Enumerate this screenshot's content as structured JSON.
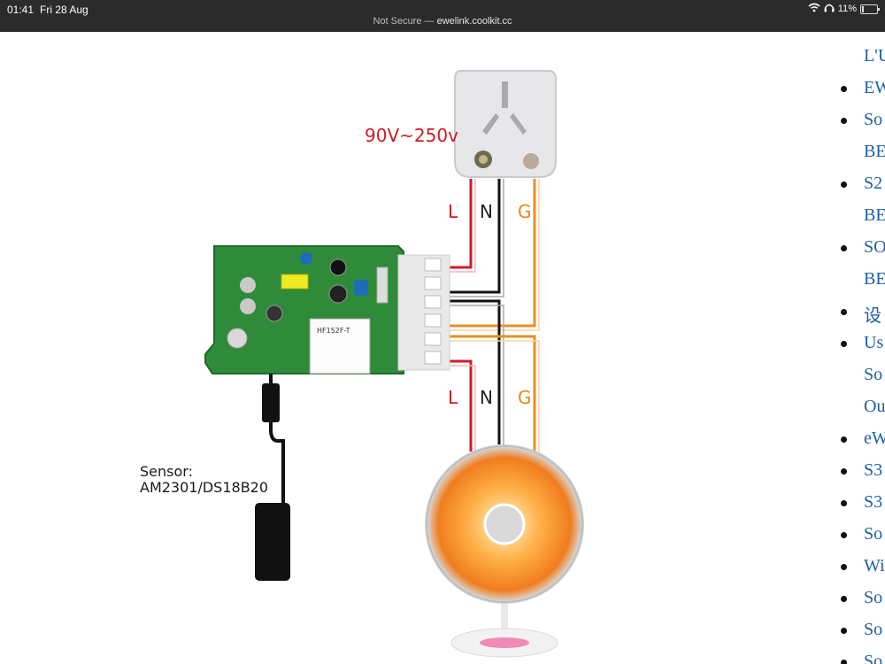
{
  "status_bar": {
    "time": "01:41",
    "date": "Fri 28 Aug",
    "url_prefix": "Not Secure — ",
    "url_host": "ewelink.coolkit.cc",
    "battery": "11%"
  },
  "diagram": {
    "voltage_label": "90V~250v",
    "top_wire_labels": [
      "L",
      "N",
      "G"
    ],
    "bottom_wire_labels": [
      "L",
      "N",
      "G"
    ],
    "sensor_label_line1": "Sensor:",
    "sensor_label_line2": "AM2301/DS18B20",
    "relay_text": "HF152F-T"
  },
  "sidebar": {
    "items": [
      {
        "text": "L'U",
        "bullet": false
      },
      {
        "text": "EW",
        "bullet": true
      },
      {
        "text": "So",
        "bullet": true
      },
      {
        "text": "BE",
        "bullet": false
      },
      {
        "text": "S2",
        "bullet": true
      },
      {
        "text": "BE",
        "bullet": false
      },
      {
        "text": "SO",
        "bullet": true
      },
      {
        "text": "BE",
        "bullet": false
      },
      {
        "text": "设",
        "bullet": true
      },
      {
        "text": "Us",
        "bullet": true
      },
      {
        "text": "So",
        "bullet": false
      },
      {
        "text": "Ou",
        "bullet": false
      },
      {
        "text": "eW",
        "bullet": true
      },
      {
        "text": "S3",
        "bullet": true
      },
      {
        "text": "S3",
        "bullet": true
      },
      {
        "text": "So",
        "bullet": true
      },
      {
        "text": "Wi",
        "bullet": true
      },
      {
        "text": "So",
        "bullet": true
      },
      {
        "text": "So",
        "bullet": true
      },
      {
        "text": "So",
        "bullet": true
      }
    ]
  }
}
